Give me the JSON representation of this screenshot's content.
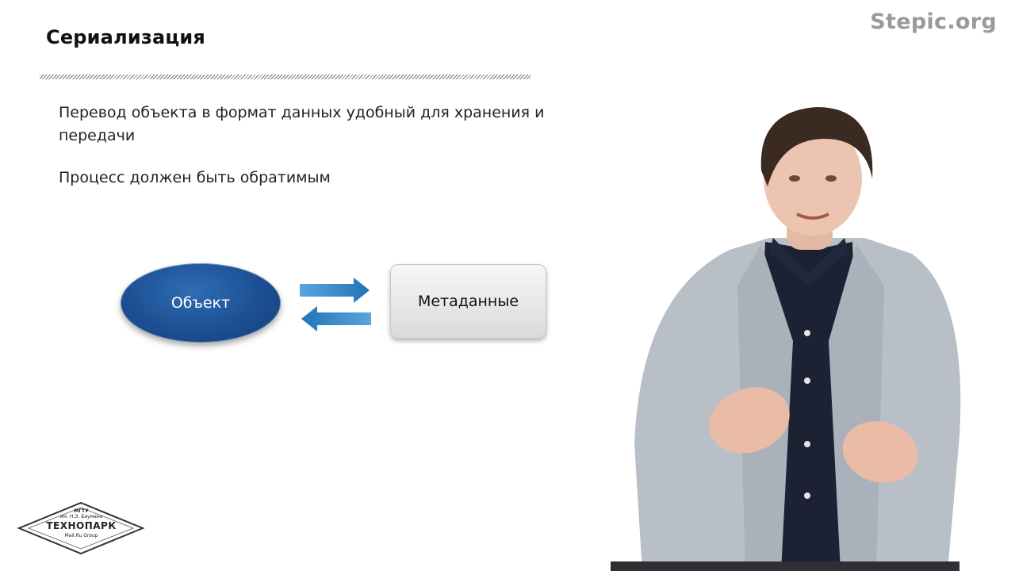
{
  "slide": {
    "title": "Сериализация",
    "watermark": "Stepic.org",
    "bullets": [
      "Перевод объекта в формат данных удобный для хранения и передачи",
      "Процесс должен быть обратимым"
    ]
  },
  "diagram": {
    "left_node": "Объект",
    "right_node": "Метаданные"
  },
  "logo": {
    "line1": "МГТУ",
    "line2": "им. Н.Э. Баумана",
    "line3": "ТЕХНОПАРК",
    "line4": "Mail.Ru Group"
  },
  "colors": {
    "oval_blue": "#1c4f93",
    "arrow_blue": "#2e86c8",
    "watermark_gray": "#9a9a9a"
  }
}
